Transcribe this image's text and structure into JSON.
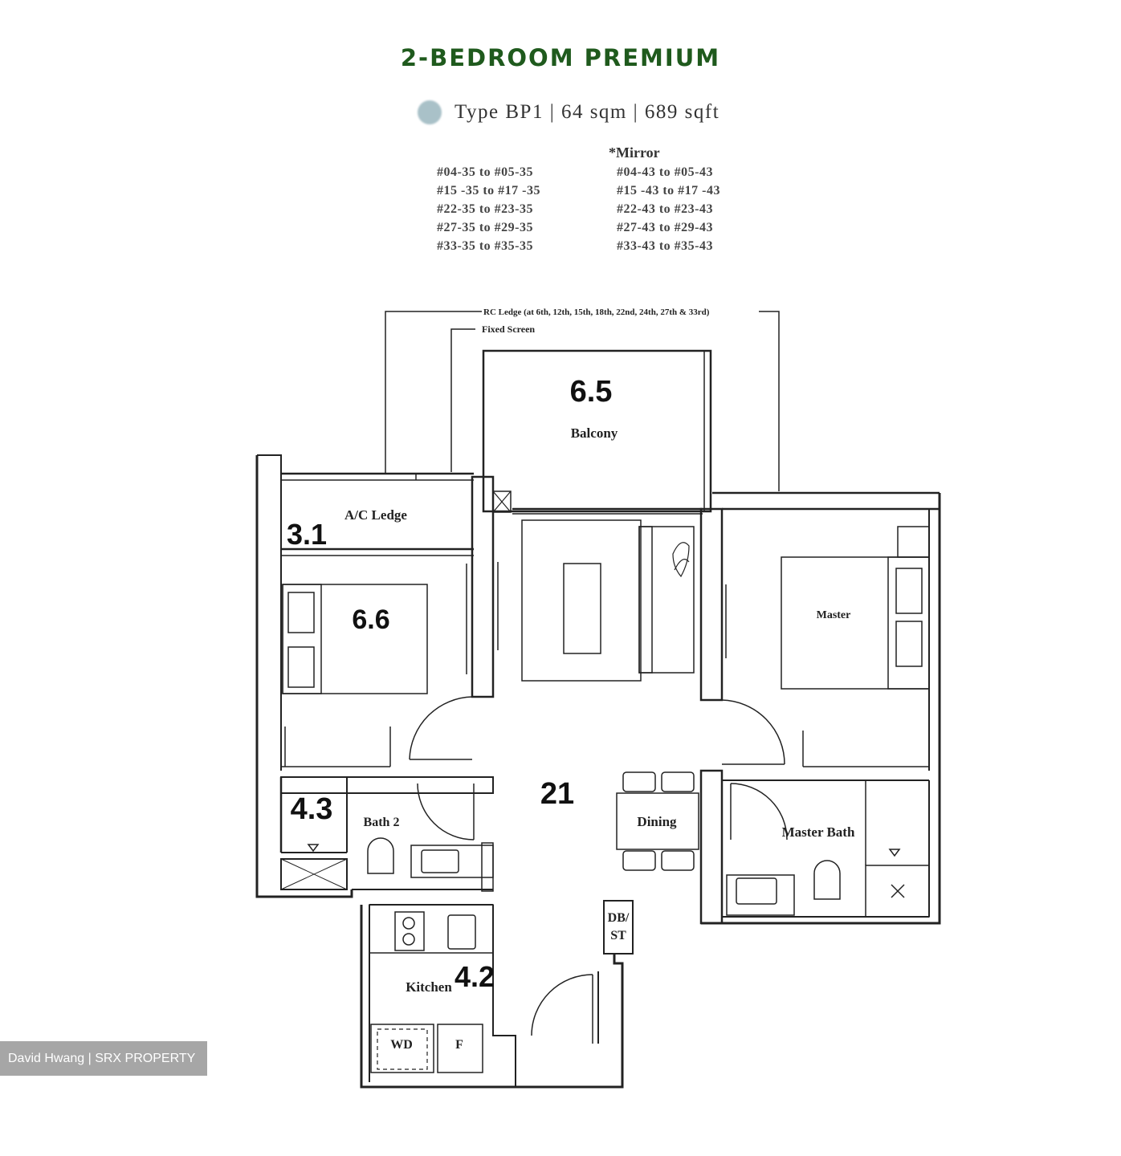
{
  "header": {
    "title": "2-BEDROOM PREMIUM",
    "type_line": "Type BP1 | 64 sqm | 689 sqft",
    "type_dot_color": "#a9c1c8",
    "title_color": "#1f5a1d"
  },
  "units": {
    "mirror_label": "*Mirror",
    "left": [
      "#04-35 to #05-35",
      "#15 -35 to #17 -35",
      "#22-35 to #23-35",
      "#27-35 to #29-35",
      "#33-35 to #35-35"
    ],
    "right": [
      "#04-43 to #05-43",
      "#15 -43 to #17 -43",
      "#22-43 to #23-43",
      "#27-43 to #29-43",
      "#33-43 to #35-43"
    ]
  },
  "plan": {
    "callouts": {
      "rc_ledge": "RC Ledge (at 6th, 12th, 15th, 18th, 22nd, 24th, 27th & 33rd)",
      "fixed_screen": "Fixed Screen"
    },
    "rooms": {
      "balcony": "Balcony",
      "ac_ledge": "A/C Ledge",
      "bath2": "Bath 2",
      "dining": "Dining",
      "master_bath": "Master Bath",
      "master": "Master",
      "kitchen": "Kitchen",
      "db_st_1": "DB/",
      "db_st_2": "ST",
      "wd": "WD",
      "fridge": "F"
    },
    "areas": {
      "balcony": "6.5",
      "ac_ledge": "3.1",
      "bedroom2": "6.6",
      "bath2": "4.3",
      "living": "21",
      "kitchen": "4.2"
    }
  },
  "watermark": "David Hwang | SRX PROPERTY"
}
